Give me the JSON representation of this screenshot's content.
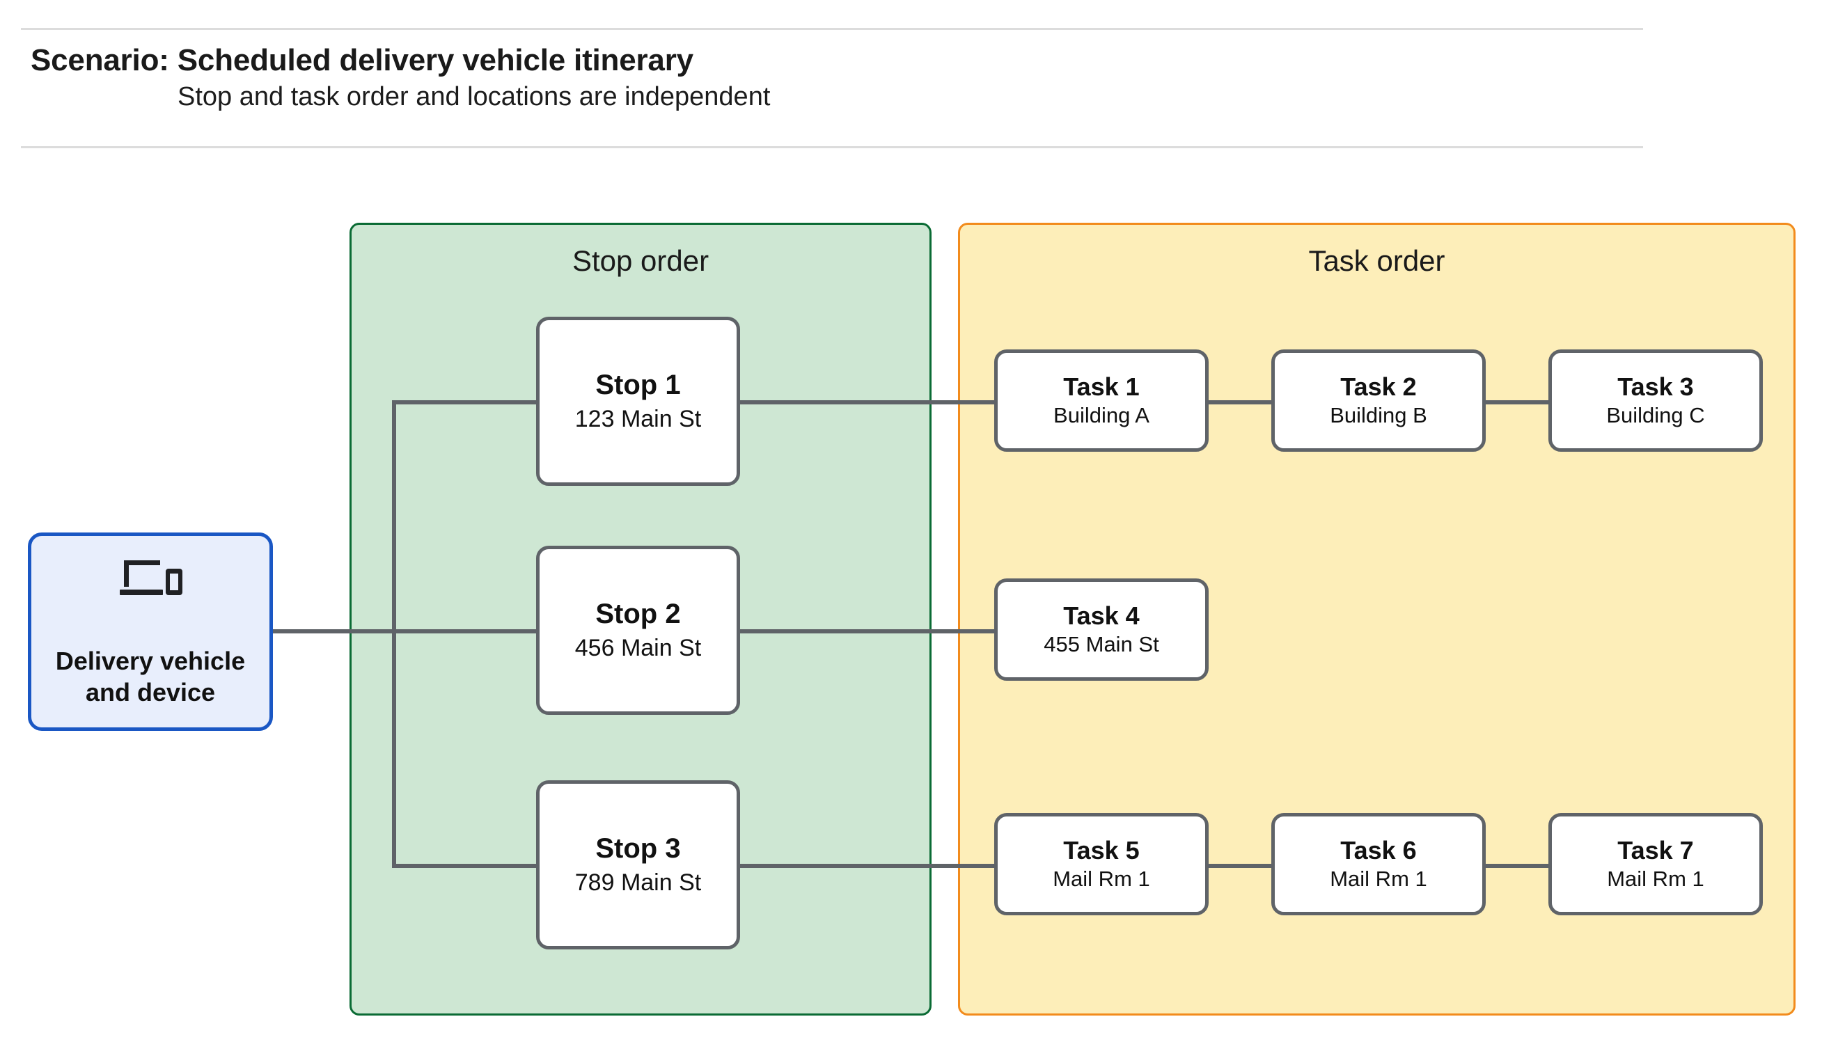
{
  "header": {
    "title": "Scenario: Scheduled delivery vehicle itinerary",
    "subtitle": "Stop and task order and locations are independent"
  },
  "vehicle": {
    "label": "Delivery vehicle\nand device",
    "icon": "devices-icon"
  },
  "groups": {
    "stop_order": {
      "title": "Stop order",
      "fill": "#cee7d3",
      "border": "#0a6b34"
    },
    "task_order": {
      "title": "Task order",
      "fill": "#fdeeb9",
      "border": "#f28b1c"
    }
  },
  "stops": [
    {
      "title": "Stop 1",
      "location": "123 Main St"
    },
    {
      "title": "Stop 2",
      "location": "456 Main St"
    },
    {
      "title": "Stop 3",
      "location": "789 Main St"
    }
  ],
  "task_rows": [
    [
      {
        "title": "Task 1",
        "location": "Building A"
      },
      {
        "title": "Task 2",
        "location": "Building B"
      },
      {
        "title": "Task 3",
        "location": "Building C"
      }
    ],
    [
      {
        "title": "Task 4",
        "location": "455 Main St"
      }
    ],
    [
      {
        "title": "Task 5",
        "location": "Mail Rm 1"
      },
      {
        "title": "Task 6",
        "location": "Mail Rm 1"
      },
      {
        "title": "Task 7",
        "location": "Mail Rm 1"
      }
    ]
  ],
  "colors": {
    "connector": "#5f6368",
    "node_border": "#5f6368",
    "vehicle_fill": "#e8eefc",
    "vehicle_border": "#1a57c4",
    "rule": "#dcdcdc"
  }
}
